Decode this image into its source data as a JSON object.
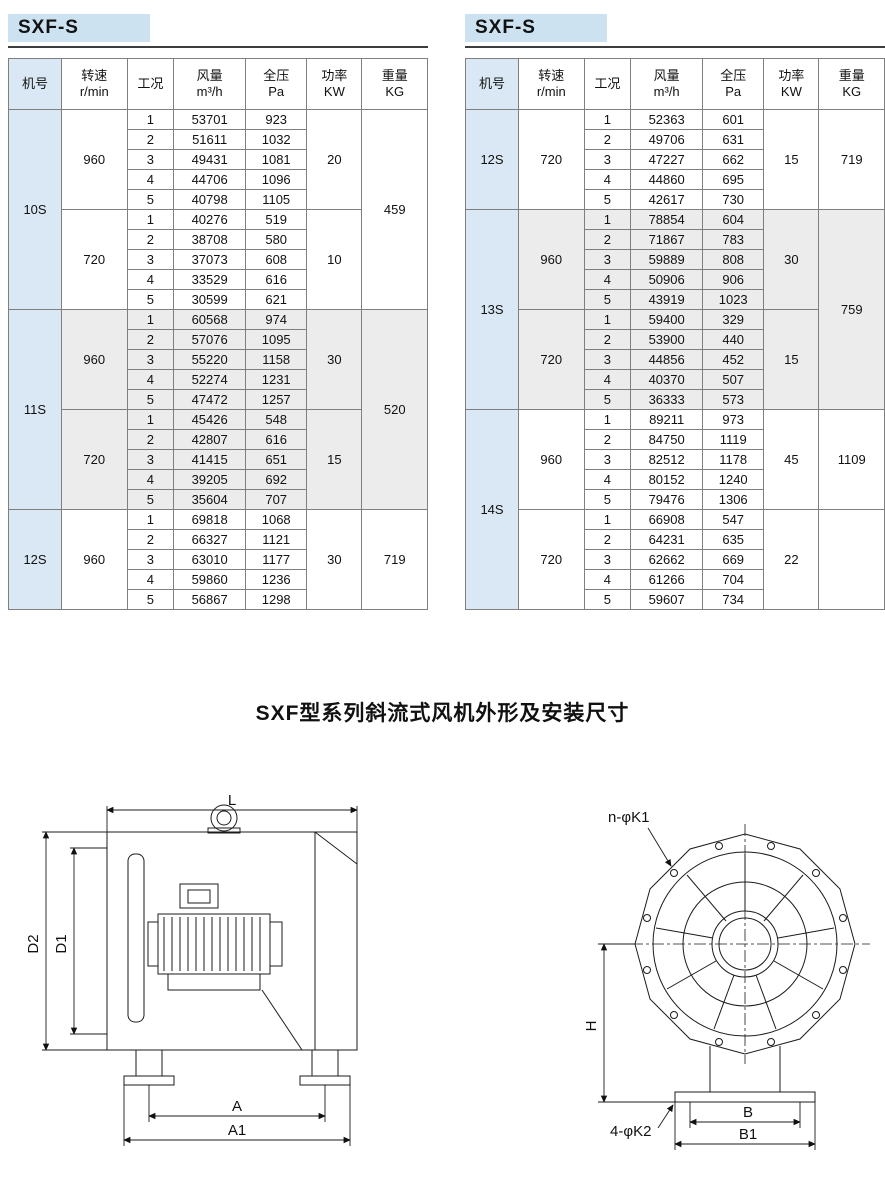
{
  "section_title": "SXF型系列斜流式风机外形及安装尺寸",
  "tables": [
    {
      "title": "SXF-S",
      "headers": [
        "机号",
        "转速\nr/min",
        "工况",
        "风量\nm³/h",
        "全压\nPa",
        "功率\nKW",
        "重量\nKG"
      ],
      "groups": [
        {
          "model": "10S",
          "weight": "459",
          "shaded": false,
          "blocks": [
            {
              "speed": "960",
              "power": "20",
              "rows": [
                [
                  "1",
                  "53701",
                  "923"
                ],
                [
                  "2",
                  "51611",
                  "1032"
                ],
                [
                  "3",
                  "49431",
                  "1081"
                ],
                [
                  "4",
                  "44706",
                  "1096"
                ],
                [
                  "5",
                  "40798",
                  "1105"
                ]
              ]
            },
            {
              "speed": "720",
              "power": "10",
              "rows": [
                [
                  "1",
                  "40276",
                  "519"
                ],
                [
                  "2",
                  "38708",
                  "580"
                ],
                [
                  "3",
                  "37073",
                  "608"
                ],
                [
                  "4",
                  "33529",
                  "616"
                ],
                [
                  "5",
                  "30599",
                  "621"
                ]
              ]
            }
          ]
        },
        {
          "model": "11S",
          "weight": "520",
          "shaded": true,
          "blocks": [
            {
              "speed": "960",
              "power": "30",
              "rows": [
                [
                  "1",
                  "60568",
                  "974"
                ],
                [
                  "2",
                  "57076",
                  "1095"
                ],
                [
                  "3",
                  "55220",
                  "1158"
                ],
                [
                  "4",
                  "52274",
                  "1231"
                ],
                [
                  "5",
                  "47472",
                  "1257"
                ]
              ]
            },
            {
              "speed": "720",
              "power": "15",
              "rows": [
                [
                  "1",
                  "45426",
                  "548"
                ],
                [
                  "2",
                  "42807",
                  "616"
                ],
                [
                  "3",
                  "41415",
                  "651"
                ],
                [
                  "4",
                  "39205",
                  "692"
                ],
                [
                  "5",
                  "35604",
                  "707"
                ]
              ]
            }
          ]
        },
        {
          "model": "12S",
          "weight": "719",
          "shaded": false,
          "blocks": [
            {
              "speed": "960",
              "power": "30",
              "rows": [
                [
                  "1",
                  "69818",
                  "1068"
                ],
                [
                  "2",
                  "66327",
                  "1121"
                ],
                [
                  "3",
                  "63010",
                  "1177"
                ],
                [
                  "4",
                  "59860",
                  "1236"
                ],
                [
                  "5",
                  "56867",
                  "1298"
                ]
              ]
            }
          ]
        }
      ]
    },
    {
      "title": "SXF-S",
      "headers": [
        "机号",
        "转速\nr/min",
        "工况",
        "风量\nm³/h",
        "全压\nPa",
        "功率\nKW",
        "重量\nKG"
      ],
      "groups": [
        {
          "model": "12S",
          "weight": "719",
          "shaded": false,
          "blocks": [
            {
              "speed": "720",
              "power": "15",
              "rows": [
                [
                  "1",
                  "52363",
                  "601"
                ],
                [
                  "2",
                  "49706",
                  "631"
                ],
                [
                  "3",
                  "47227",
                  "662"
                ],
                [
                  "4",
                  "44860",
                  "695"
                ],
                [
                  "5",
                  "42617",
                  "730"
                ]
              ]
            }
          ]
        },
        {
          "model": "13S",
          "weight": "759",
          "shaded": true,
          "blocks": [
            {
              "speed": "960",
              "power": "30",
              "rows": [
                [
                  "1",
                  "78854",
                  "604"
                ],
                [
                  "2",
                  "71867",
                  "783"
                ],
                [
                  "3",
                  "59889",
                  "808"
                ],
                [
                  "4",
                  "50906",
                  "906"
                ],
                [
                  "5",
                  "43919",
                  "1023"
                ]
              ]
            },
            {
              "speed": "720",
              "power": "15",
              "rows": [
                [
                  "1",
                  "59400",
                  "329"
                ],
                [
                  "2",
                  "53900",
                  "440"
                ],
                [
                  "3",
                  "44856",
                  "452"
                ],
                [
                  "4",
                  "40370",
                  "507"
                ],
                [
                  "5",
                  "36333",
                  "573"
                ]
              ]
            }
          ]
        },
        {
          "model": "14S",
          "shaded": false,
          "blocks": [
            {
              "speed": "960",
              "power": "45",
              "weight": "1109",
              "rows": [
                [
                  "1",
                  "89211",
                  "973"
                ],
                [
                  "2",
                  "84750",
                  "1119"
                ],
                [
                  "3",
                  "82512",
                  "1178"
                ],
                [
                  "4",
                  "80152",
                  "1240"
                ],
                [
                  "5",
                  "79476",
                  "1306"
                ]
              ]
            },
            {
              "speed": "720",
              "power": "22",
              "weight": "",
              "rows": [
                [
                  "1",
                  "66908",
                  "547"
                ],
                [
                  "2",
                  "64231",
                  "635"
                ],
                [
                  "3",
                  "62662",
                  "669"
                ],
                [
                  "4",
                  "61266",
                  "704"
                ],
                [
                  "5",
                  "59607",
                  "734"
                ]
              ]
            }
          ]
        }
      ]
    }
  ],
  "drawings": {
    "side_view": {
      "labels": {
        "L": "L",
        "D2": "D2",
        "D1": "D1",
        "A": "A",
        "A1": "A1"
      }
    },
    "front_view": {
      "labels": {
        "bolt_note": "n-φK1",
        "H": "H",
        "B": "B",
        "B1": "B1",
        "base_bolt_note": "4-φK2"
      }
    }
  },
  "colors": {
    "accent_blue": "#d9e8f4",
    "band_blue": "#cde2f1",
    "shade_gray": "#ececec"
  }
}
